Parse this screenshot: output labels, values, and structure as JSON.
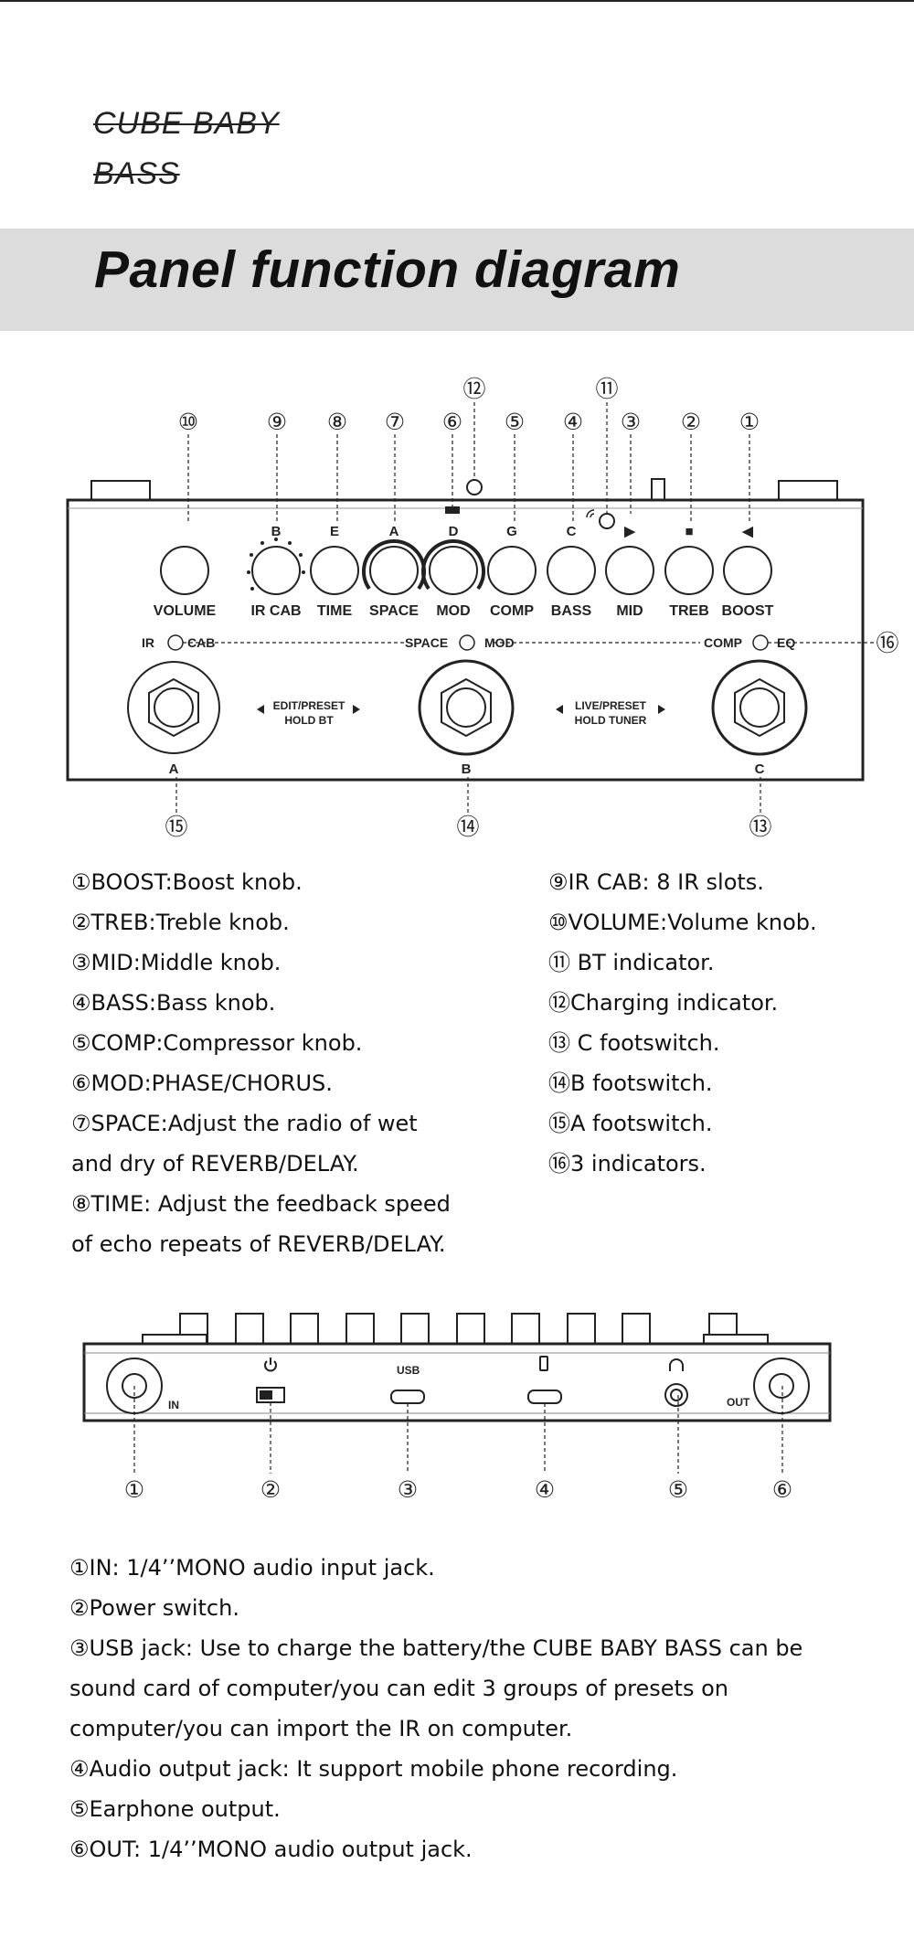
{
  "header": {
    "brand_line1": "CUBE BABY",
    "brand_line2": "BASS",
    "title": "Panel function diagram"
  },
  "top_panel": {
    "callouts": [
      "①",
      "②",
      "③",
      "④",
      "⑤",
      "⑥",
      "⑦",
      "⑧",
      "⑨",
      "⑩",
      "⑪",
      "⑫",
      "⑬",
      "⑭",
      "⑮",
      "⑯"
    ],
    "knob_letters": [
      "B",
      "E",
      "A",
      "D",
      "G",
      "C",
      "▶",
      "■",
      "◀"
    ],
    "knob_labels": [
      "VOLUME",
      "IR CAB",
      "TIME",
      "SPACE",
      "MOD",
      "COMP",
      "BASS",
      "MID",
      "TREB",
      "BOOST"
    ],
    "indicator_left": [
      "IR",
      "CAB"
    ],
    "indicator_mid": [
      "SPACE",
      "MOD"
    ],
    "indicator_right": [
      "COMP",
      "EQ"
    ],
    "hint_left": [
      "EDIT/PRESET",
      "HOLD BT"
    ],
    "hint_right": [
      "LIVE/PRESET",
      "HOLD TUNER"
    ],
    "footswitch_labels": [
      "A",
      "B",
      "C"
    ]
  },
  "top_descriptions": {
    "left": [
      "①BOOST:Boost knob.",
      "②TREB:Treble knob.",
      "③MID:Middle knob.",
      "④BASS:Bass knob.",
      "⑤COMP:Compressor knob.",
      "⑥MOD:PHASE/CHORUS.",
      "⑦SPACE:Adjust the radio of wet",
      "and dry of REVERB/DELAY.",
      "⑧TIME: Adjust the feedback speed",
      "of echo repeats of REVERB/DELAY."
    ],
    "right": [
      "⑨IR CAB: 8 IR slots.",
      "⑩VOLUME:Volume knob.",
      "⑪ BT indicator.",
      "⑫Charging indicator.",
      "⑬ C footswitch.",
      "⑭B footswitch.",
      "⑮A footswitch.",
      "⑯3 indicators."
    ]
  },
  "side_panel": {
    "callouts": [
      "①",
      "②",
      "③",
      "④",
      "⑤",
      "⑥"
    ],
    "labels": {
      "in": "IN",
      "usb": "USB",
      "out": "OUT"
    },
    "icons": [
      "power-icon",
      "phone-icon",
      "headphones-icon"
    ]
  },
  "side_descriptions": [
    "①IN: 1/4’’MONO audio input jack.",
    "②Power switch.",
    "③USB jack: Use to charge the battery/the  CUBE BABY BASS can be",
    "sound card of computer/you can edit 3 groups of presets on",
    "computer/you can import the IR on computer.",
    "④Audio output jack: It support mobile phone recording.",
    "⑤Earphone output.",
    "⑥OUT: 1/4’’MONO audio output jack."
  ]
}
